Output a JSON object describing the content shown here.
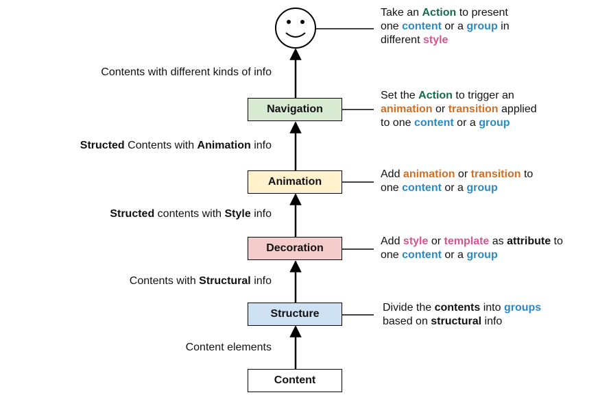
{
  "colors": {
    "navigation_fill": "#d9ead3",
    "animation_fill": "#fff2cc",
    "decoration_fill": "#f4cccc",
    "structure_fill": "#cfe2f3",
    "content_fill": "#ffffff",
    "action": "#166a4f",
    "content_group": "#2a8bc4",
    "style_template": "#d9548e",
    "animation_transition": "#d06e24"
  },
  "boxes": {
    "navigation": "Navigation",
    "animation": "Animation",
    "decoration": "Decoration",
    "structure": "Structure",
    "content": "Content"
  },
  "arrow_labels": {
    "to_user": "Contents with different kinds of info",
    "to_navigation": {
      "bold": "Structed",
      "mid": " Contents with ",
      "bold2": "Animation",
      "end": " info"
    },
    "to_animation": {
      "bold": "Structed",
      "mid": " contents with ",
      "bold2": "Style",
      "end": " info"
    },
    "to_decoration": {
      "start": "Contents with ",
      "bold": "Structural",
      "end": " info"
    },
    "to_structure": "Content elements"
  },
  "descriptions": {
    "user": {
      "line1": {
        "a": "Take an ",
        "action": "Action",
        "b": " to present"
      },
      "line2": {
        "a": "one ",
        "content": "content",
        "b": " or a ",
        "group": "group",
        "c": " in"
      },
      "line3": {
        "a": "different ",
        "style": "style"
      }
    },
    "navigation": {
      "line1": {
        "a": "Set the ",
        "action": "Action",
        "b": " to trigger an"
      },
      "line2": {
        "animation": "animation",
        "a": " or ",
        "transition": "transition",
        "b": " applied"
      },
      "line3": {
        "a": "to one ",
        "content": "content",
        "b": " or a ",
        "group": "group"
      }
    },
    "animation": {
      "line1": {
        "a": "Add ",
        "animation": "animation",
        "b": " or ",
        "transition": "transition",
        "c": " to"
      },
      "line2": {
        "a": "one ",
        "content": "content",
        "b": " or a ",
        "group": "group"
      }
    },
    "decoration": {
      "line1": {
        "a": "Add ",
        "style": "style",
        "b": " or ",
        "template": "template",
        "c": " as ",
        "attribute": "attribute",
        "d": " to"
      },
      "line2": {
        "a": "one ",
        "content": "content",
        "b": " or a ",
        "group": "group"
      }
    },
    "structure": {
      "line1": {
        "a": "Divide the ",
        "contents": "contents",
        "b": " into ",
        "groups": "groups"
      },
      "line2": {
        "a": "based on ",
        "structural": "structural",
        "b": " info"
      }
    }
  }
}
